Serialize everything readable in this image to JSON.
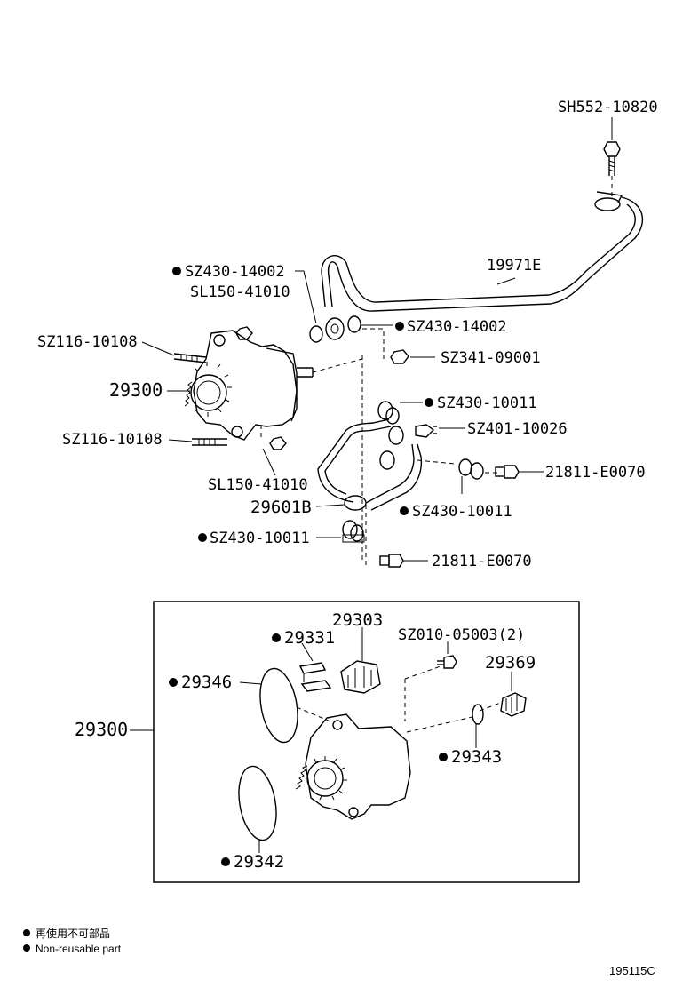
{
  "labels": {
    "sh552_10820": "SH552-10820",
    "p19971e": "19971E",
    "sz430_14002_a": "SZ430-14002",
    "sl150_41010_a": "SL150-41010",
    "sz430_14002_b": "SZ430-14002",
    "sz116_10108_a": "SZ116-10108",
    "sz341_09001": "SZ341-09001",
    "p29300_a": "29300",
    "sz430_10011_a": "SZ430-10011",
    "sz401_10026": "SZ401-10026",
    "sz116_10108_b": "SZ116-10108",
    "p21811_e0070_a": "21811-E0070",
    "sl150_41010_b": "SL150-41010",
    "p29601b": "29601B",
    "sz430_10011_b": "SZ430-10011",
    "sz430_10011_c": "SZ430-10011",
    "p21811_e0070_b": "21811-E0070",
    "p29303": "29303",
    "p29331": "29331",
    "sz010_05003": "SZ010-05003(2)",
    "p29369": "29369",
    "p29346": "29346",
    "p29300_b": "29300",
    "p29343": "29343",
    "p29342": "29342"
  },
  "legend": {
    "jp": "再使用不可部品",
    "en": "Non-reusable part"
  },
  "figure_code": "195115C"
}
